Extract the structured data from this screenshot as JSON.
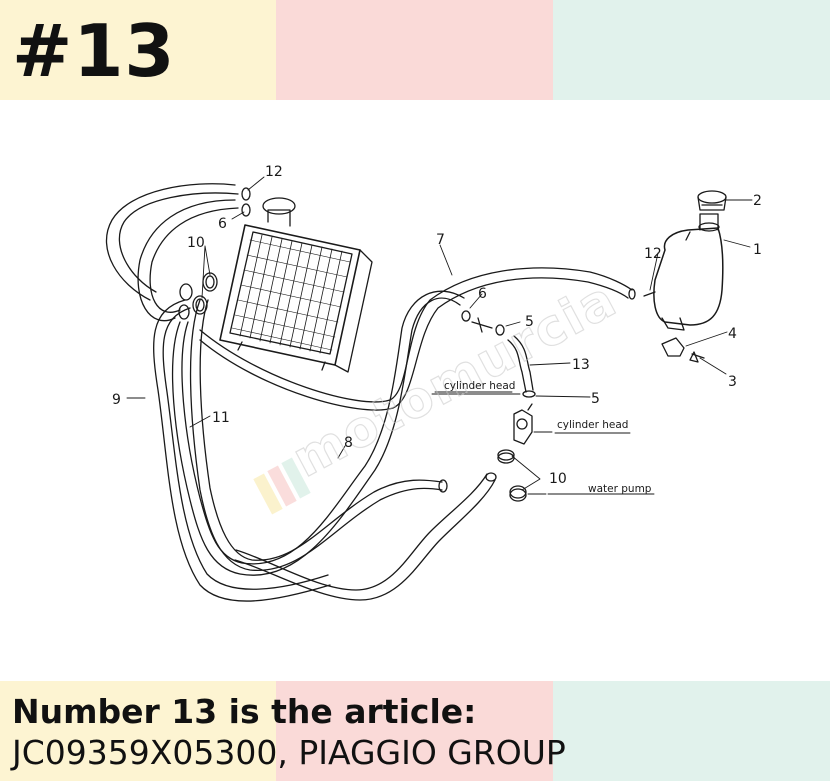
{
  "header": {
    "number_title": "#13",
    "colors": [
      "#fdf4d2",
      "#fadad8",
      "#e1f2ec"
    ]
  },
  "diagram": {
    "callouts": {
      "c1": "1",
      "c2": "2",
      "c3": "3",
      "c4": "4",
      "c5a": "5",
      "c5b": "5",
      "c6a": "6",
      "c6b": "6",
      "c7": "7",
      "c8": "8",
      "c9": "9",
      "c10a": "10",
      "c10b": "10",
      "c11": "11",
      "c12a": "12",
      "c12b": "12",
      "c13": "13"
    },
    "notes": {
      "cylinder_head_1": "cylinder head",
      "cylinder_head_2": "cylinder head",
      "water_pump": "water pump"
    },
    "watermark": "motomurcia"
  },
  "footer": {
    "line1": "Number 13 is the article:",
    "line2": "JC09359X05300, PIAGGIO GROUP"
  }
}
